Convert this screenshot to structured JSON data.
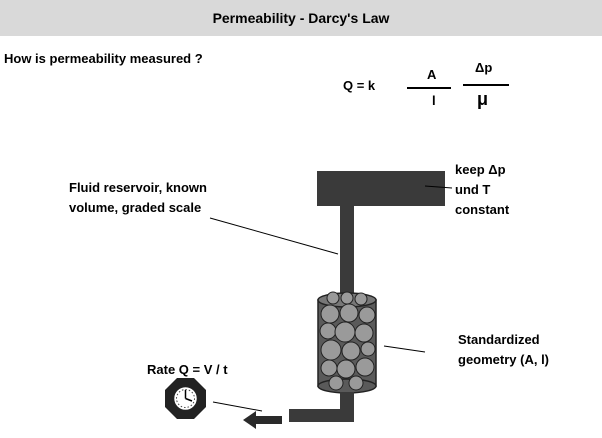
{
  "title": "Permeability - Darcy's Law",
  "question": "How is permeability measured ?",
  "formula": {
    "lhs": "Q = k",
    "fraction1_numerator": "A",
    "fraction1_denominator": "l",
    "fraction2_numerator": "Δp",
    "fraction2_denominator": "μ"
  },
  "labels": {
    "reservoir_line1": "Fluid reservoir, known",
    "reservoir_line2": "volume, graded scale",
    "keep_line1": "keep Δp",
    "keep_line2": "und T",
    "keep_line3": "constant",
    "standard_line1": "Standardized",
    "standard_line2": "geometry (A, l)",
    "rate": "Rate Q = V / t"
  },
  "colors": {
    "title_bar": "#d9d9d9",
    "apparatus": "#3a3a3a",
    "grain_fill": "#9a9a9a"
  },
  "icons": [
    "stopwatch-icon",
    "arrow-left-icon"
  ]
}
